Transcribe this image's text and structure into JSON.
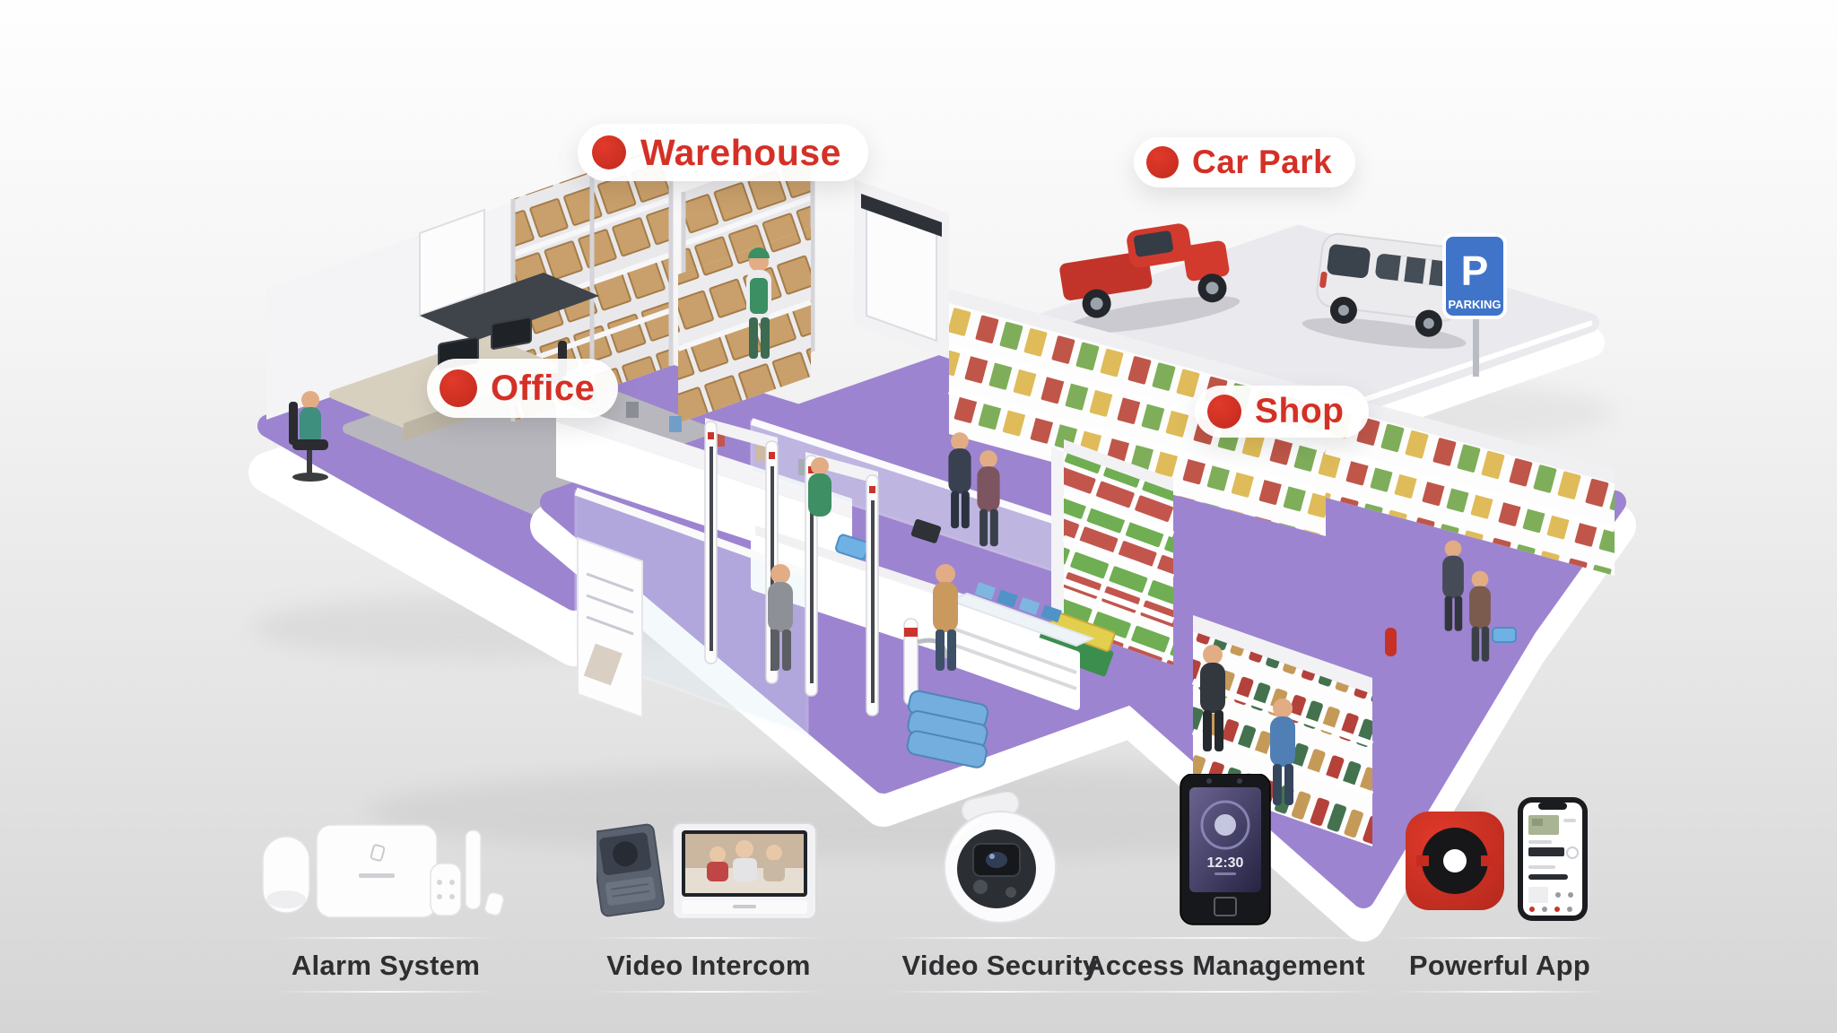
{
  "colors": {
    "accent_red": "#d43026",
    "floor_purple": "#9d84d0",
    "carpet_gray": "#b8b7bd",
    "background_top": "#fefefe",
    "background_bottom": "#d5d5d5",
    "parking_sign_blue": "#3f74c9",
    "app_icon_red": "#c72d1f",
    "product_label_text": "#2e2e30"
  },
  "scene": {
    "labels": [
      {
        "id": "warehouse",
        "text": "Warehouse"
      },
      {
        "id": "car_park",
        "text": "Car Park"
      },
      {
        "id": "office",
        "text": "Office"
      },
      {
        "id": "shop",
        "text": "Shop"
      }
    ],
    "parking_sign": {
      "letter": "P",
      "caption": "PARKING"
    }
  },
  "devices": {
    "access_terminal_time": "12:30"
  },
  "products": [
    {
      "id": "alarm-system",
      "label": "Alarm System"
    },
    {
      "id": "video-intercom",
      "label": "Video Intercom"
    },
    {
      "id": "video-security",
      "label": "Video Security"
    },
    {
      "id": "access-management",
      "label": "Access Management"
    },
    {
      "id": "powerful-app",
      "label": "Powerful App"
    }
  ]
}
